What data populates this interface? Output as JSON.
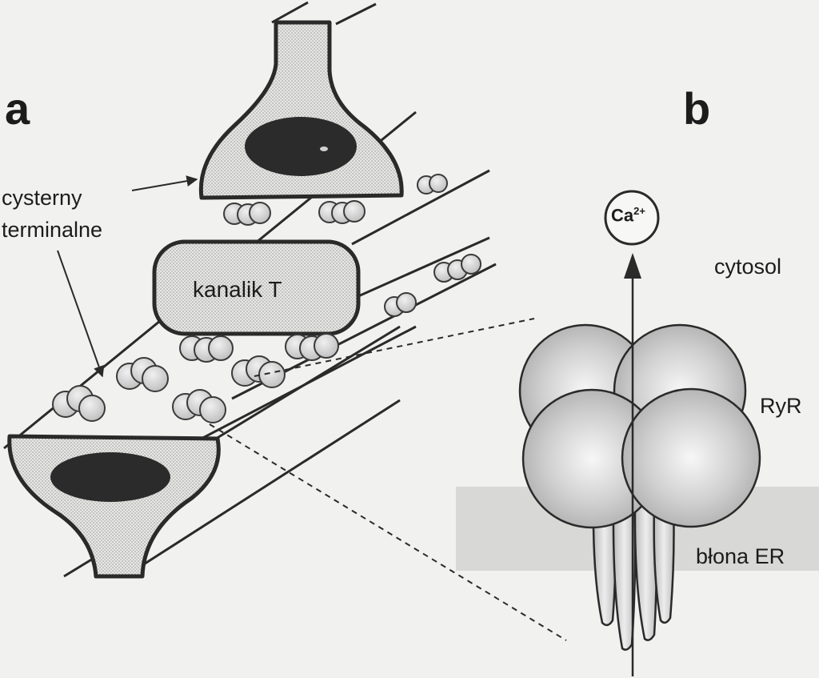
{
  "panel_a": {
    "letter": "a",
    "terminal_cisternae_line1": "cysterny",
    "terminal_cisternae_line2": "terminalne",
    "t_tubule": "kanalik T"
  },
  "panel_b": {
    "letter": "b",
    "ion": "Ca",
    "ion_charge": "2+",
    "cytosol": "cytosol",
    "receptor": "RyR",
    "membrane": "błona ER"
  },
  "colors": {
    "background": "#f1f1ef",
    "stroke": "#2a2a2a",
    "fill_light": "#dcdcdc",
    "nucleus": "#2b2b2b",
    "membrane_band": "#d8d8d6"
  }
}
